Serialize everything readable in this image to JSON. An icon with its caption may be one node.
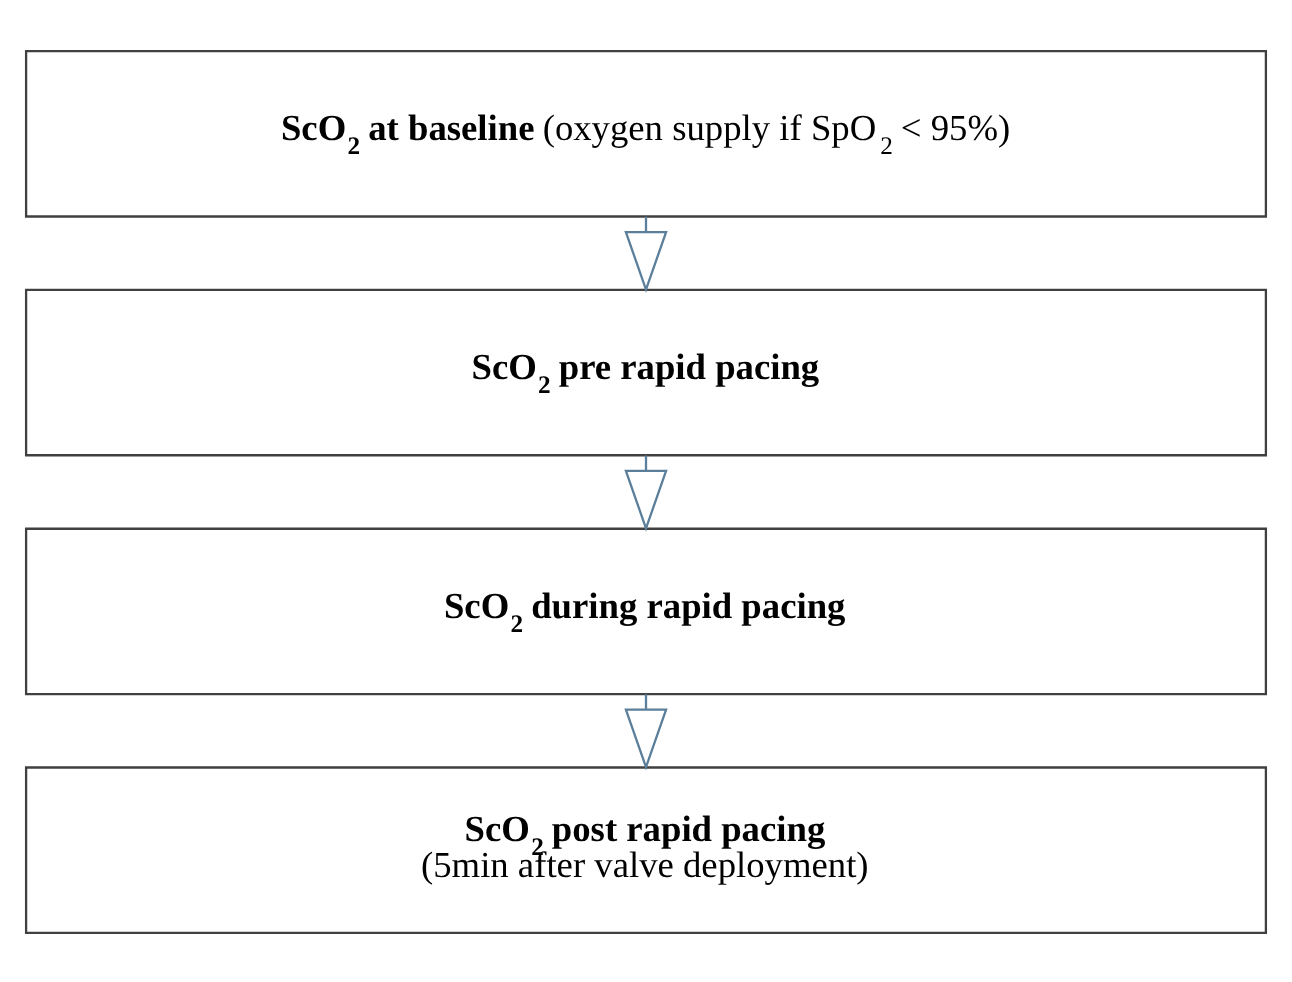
{
  "diagram": {
    "nodes": [
      {
        "text": [
          "**ScO$_{2}$ at baseline** (oxygen supply if SpO$_{2}$ < 95%)"
        ]
      },
      {
        "text": [
          "ScO$_{2}$ pre rapid pacing"
        ]
      },
      {
        "text": [
          "ScO$_{2}$ during rapid pacing"
        ]
      },
      {
        "text": [
          "ScO$_{2}$ post rapid pacing",
          "(5min after valve deployment)"
        ]
      }
    ],
    "edges": [
      {
        "from": 0,
        "to": 1,
        "arrow": "to"
      },
      {
        "from": 1,
        "to": 2,
        "arrow": "to"
      },
      {
        "from": 2,
        "to": 3,
        "arrow": "to"
      }
    ]
  }
}
